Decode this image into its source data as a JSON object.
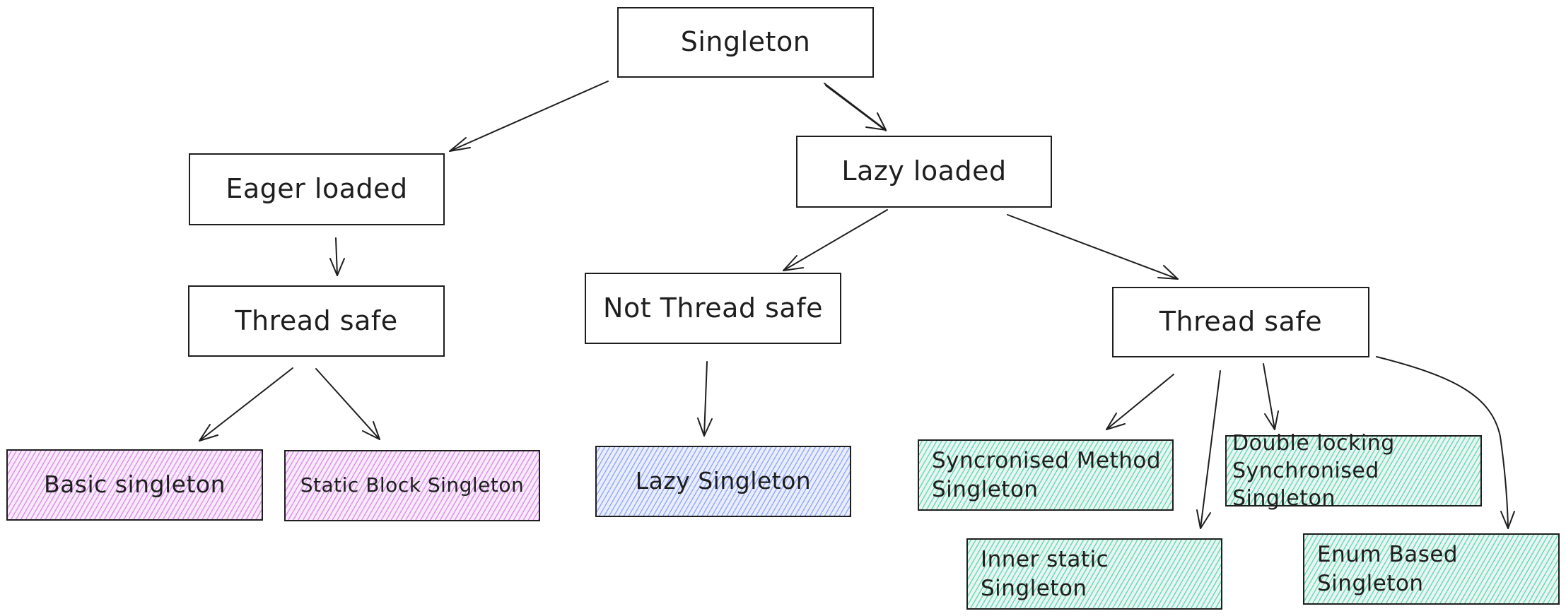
{
  "colors": {
    "stroke": "#1e1e1e",
    "eager_leaf_fill": "#be4bdb",
    "lazy_leaf_fill": "#4c6ef5",
    "thread_safe_leaf_fill": "#12b886"
  },
  "nodes": {
    "singleton": "Singleton",
    "eager_loaded": "Eager loaded",
    "lazy_loaded": "Lazy loaded",
    "eager_thread_safe": "Thread safe",
    "not_thread_safe": "Not Thread safe",
    "lazy_thread_safe": "Thread safe",
    "basic_singleton": "Basic singleton",
    "static_block_singleton": "Static Block Singleton",
    "lazy_singleton": "Lazy Singleton",
    "synchronised_method_singleton": "Syncronised Method Singleton",
    "double_locking_singleton": "Double locking Synchronised Singleton",
    "inner_static_singleton": "Inner static Singleton",
    "enum_based_singleton": "Enum Based Singleton"
  },
  "edges": [
    {
      "from": "singleton",
      "to": "eager_loaded"
    },
    {
      "from": "singleton",
      "to": "lazy_loaded"
    },
    {
      "from": "eager_loaded",
      "to": "eager_thread_safe"
    },
    {
      "from": "lazy_loaded",
      "to": "not_thread_safe"
    },
    {
      "from": "lazy_loaded",
      "to": "lazy_thread_safe"
    },
    {
      "from": "eager_thread_safe",
      "to": "basic_singleton"
    },
    {
      "from": "eager_thread_safe",
      "to": "static_block_singleton"
    },
    {
      "from": "not_thread_safe",
      "to": "lazy_singleton"
    },
    {
      "from": "lazy_thread_safe",
      "to": "synchronised_method_singleton"
    },
    {
      "from": "lazy_thread_safe",
      "to": "inner_static_singleton"
    },
    {
      "from": "lazy_thread_safe",
      "to": "double_locking_singleton"
    },
    {
      "from": "lazy_thread_safe",
      "to": "enum_based_singleton"
    }
  ]
}
